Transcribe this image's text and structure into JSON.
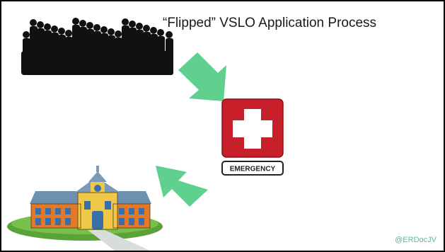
{
  "slide": {
    "title": "“Flipped” VSLO Application Process",
    "credit": "@ERDocJV"
  },
  "emergency_sign": {
    "label": "EMERGENCY"
  },
  "colors": {
    "arrow": "#5fd08e",
    "cross_bg": "#c8202a",
    "crowd": "#111111",
    "school_wall": "#e07a2a",
    "school_tower": "#f0c848",
    "school_roof": "#7a9ab8",
    "lawn": "#5aa23a"
  }
}
